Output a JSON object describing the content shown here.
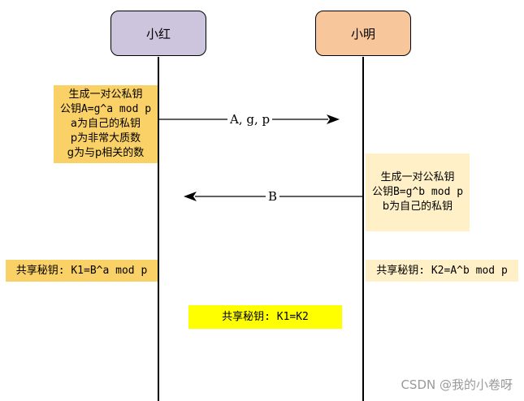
{
  "actors": {
    "left": {
      "label": "小红",
      "fill": "#cdc4de"
    },
    "right": {
      "label": "小明",
      "fill": "#f7c79b"
    }
  },
  "notes": {
    "left_keygen": {
      "lines": [
        "生成一对公私钥",
        "公钥A=g^a mod p",
        "a为自己的私钥",
        "p为非常大质数",
        "g为与p相关的数"
      ],
      "fill": "#fad166"
    },
    "right_keygen": {
      "lines": [
        "生成一对公私钥",
        "公钥B=g^b mod p",
        "b为自己的私钥"
      ],
      "fill": "#fff0c8"
    },
    "left_shared": {
      "text": "共享秘钥: K1=B^a mod p",
      "fill": "#fad166"
    },
    "right_shared": {
      "text": "共享秘钥: K2=A^b mod p",
      "fill": "#fff0c8"
    },
    "equal_shared": {
      "text": "共享秘钥: K1=K2",
      "fill": "#ffff00"
    }
  },
  "messages": {
    "to_right": {
      "label": "A, g, p"
    },
    "to_left": {
      "label": "B"
    }
  },
  "watermark": "CSDN @我的小卷呀"
}
